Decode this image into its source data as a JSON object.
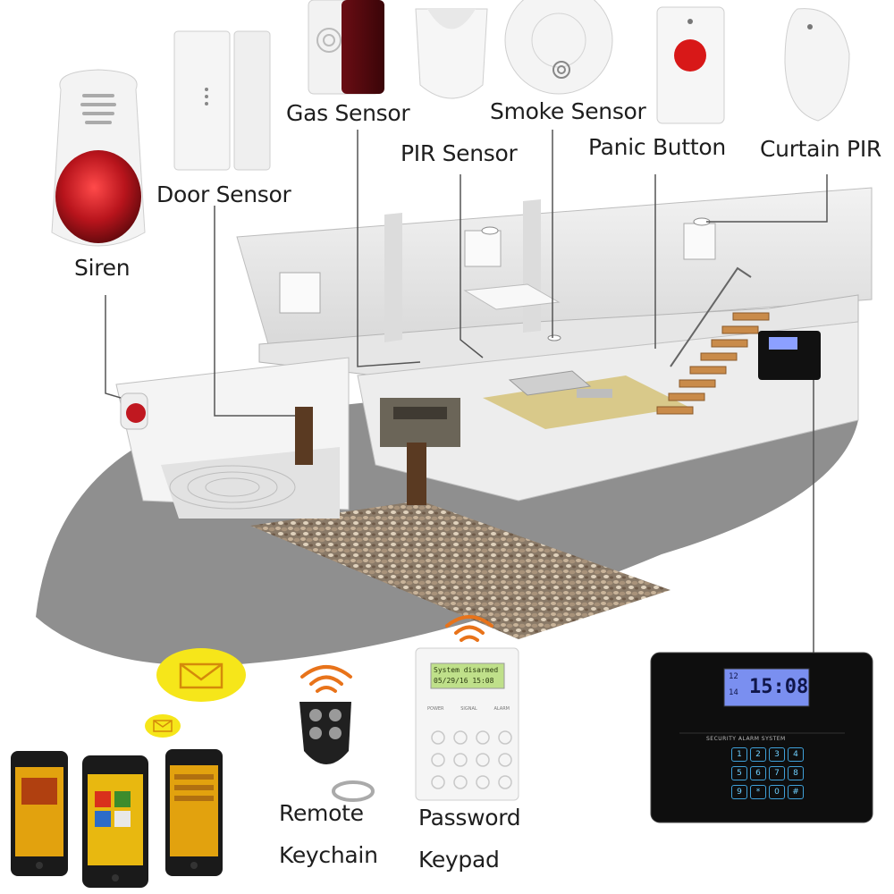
{
  "labels": {
    "siren": "Siren",
    "door_sensor": "Door Sensor",
    "gas_sensor": "Gas Sensor",
    "pir_sensor": "PIR Sensor",
    "smoke_sensor": "Smoke Sensor",
    "panic_button": "Panic Button",
    "curtain_pir": "Curtain PIR",
    "remote_line1": "Remote",
    "remote_line2": "Keychain",
    "keypad_line1": "Password",
    "keypad_line2": "Keypad"
  },
  "panel": {
    "lcd_time": "15:08",
    "lcd_small_top": "12",
    "lcd_small_bottom": "14",
    "caption": "SECURITY ALARM SYSTEM",
    "keys": [
      "1",
      "2",
      "3",
      "4",
      "5",
      "6",
      "7",
      "8",
      "9",
      "*",
      "0",
      "#"
    ]
  },
  "wireless_keypad": {
    "lcd_line1": "System disarmed",
    "lcd_line2": "05/29/16 15:08",
    "indicators": [
      "POWER",
      "SIGNAL",
      "ALARM"
    ]
  },
  "colors": {
    "siren_red": "#b8141c",
    "panic_red": "#d81818",
    "floor_gray": "#8f8f8f",
    "lcd_blue": "#7a8ff0",
    "keypad_lcd": "#bfe08a",
    "message_yellow": "#f6e61a",
    "signal_orange": "#e8731a"
  },
  "icons": [
    "envelope-icon",
    "wifi-signal-icon",
    "smartphone-icon"
  ]
}
